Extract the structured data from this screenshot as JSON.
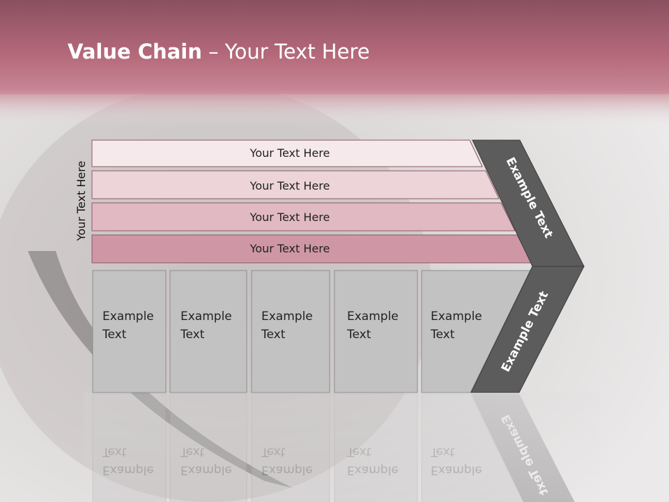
{
  "slide": {
    "title_bold": "Value Chain",
    "title_rest": " – Your Text Here",
    "side_label": "Your Text Here",
    "rows": [
      {
        "label": "Your Text Here"
      },
      {
        "label": "Your Text Here"
      },
      {
        "label": "Your Text Here"
      },
      {
        "label": "Your Text Here"
      }
    ],
    "boxes": [
      {
        "line1": "Example",
        "line2": "Text"
      },
      {
        "line1": "Example",
        "line2": "Text"
      },
      {
        "line1": "Example",
        "line2": "Text"
      },
      {
        "line1": "Example",
        "line2": "Text"
      },
      {
        "line1": "Example",
        "line2": "Text"
      }
    ],
    "chevron_top": "Example Text",
    "chevron_bottom": "Example Text"
  },
  "colors": {
    "header": "#b56a7b",
    "header_dark": "#8a5060",
    "row_fills": [
      "#f5e9ec",
      "#ecd4d9",
      "#e1b9c3",
      "#cf97a5"
    ],
    "box_fill": "#c2c2c2",
    "chevron": "#5c5c5c"
  }
}
